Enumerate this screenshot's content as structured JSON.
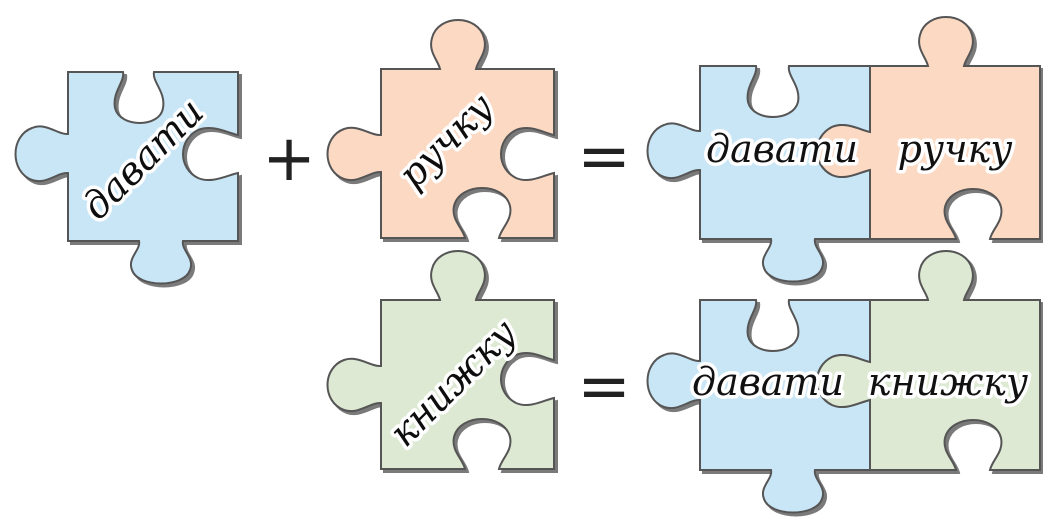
{
  "words": {
    "davaty": "давати",
    "ruchku": "ручку",
    "knyzhku": "книжку"
  },
  "operators": {
    "plus": "+",
    "equals": "="
  },
  "colors": {
    "blue": "#c9e6f7",
    "orange": "#fcd9c3",
    "green": "#dde9d2",
    "outline": "#555555",
    "shadow": "#7a7a7a"
  }
}
